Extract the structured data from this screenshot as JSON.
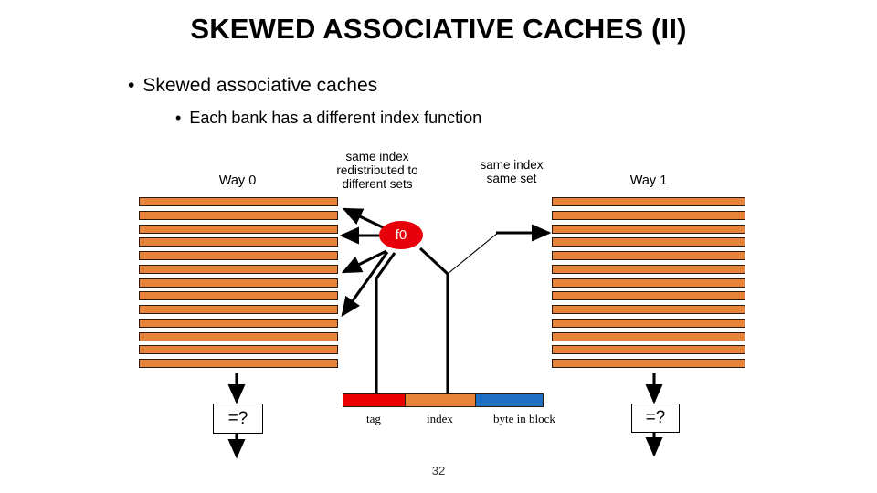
{
  "slide": {
    "title": "SKEWED ASSOCIATIVE CACHES (II)",
    "page_number": "32",
    "bullets": [
      {
        "level": 1,
        "marker": "•",
        "text": "Skewed associative caches"
      },
      {
        "level": 2,
        "marker": "•",
        "text": "Each bank has a different index function"
      }
    ]
  },
  "diagram": {
    "way0_label": "Way 0",
    "way1_label": "Way 1",
    "note_left": "same index\nredistributed to\ndifferent sets",
    "note_left_lines": [
      "same index",
      "redistributed to",
      "different sets"
    ],
    "note_right": "same index\nsame set",
    "note_right_lines": [
      "same index",
      "same set"
    ],
    "hash_node_label": "f0",
    "compare_left_label": "=?",
    "compare_right_label": "=?",
    "bank_left": {
      "name": "way-0-bank",
      "stripe_count": 13,
      "color": "#E8833A",
      "border_color": "#2b1a0c"
    },
    "bank_right": {
      "name": "way-1-bank",
      "stripe_count": 13,
      "color": "#E8833A",
      "border_color": "#2b1a0c"
    },
    "address_fields": [
      {
        "name": "tag",
        "label": "tag",
        "color": "#EE0000",
        "width": 68
      },
      {
        "name": "index",
        "label": "index",
        "color": "#E8833A",
        "width": 77
      },
      {
        "name": "byte-in-block",
        "label": "byte in block",
        "color": "#1F6FC4",
        "width": 75
      }
    ],
    "colors": {
      "accent_orange": "#E8833A",
      "hash_red": "#E8000B",
      "tag_red": "#EE0000",
      "byte_blue": "#1F6FC4",
      "outline": "#2b1a0c",
      "background": "#FFFFFF"
    }
  }
}
